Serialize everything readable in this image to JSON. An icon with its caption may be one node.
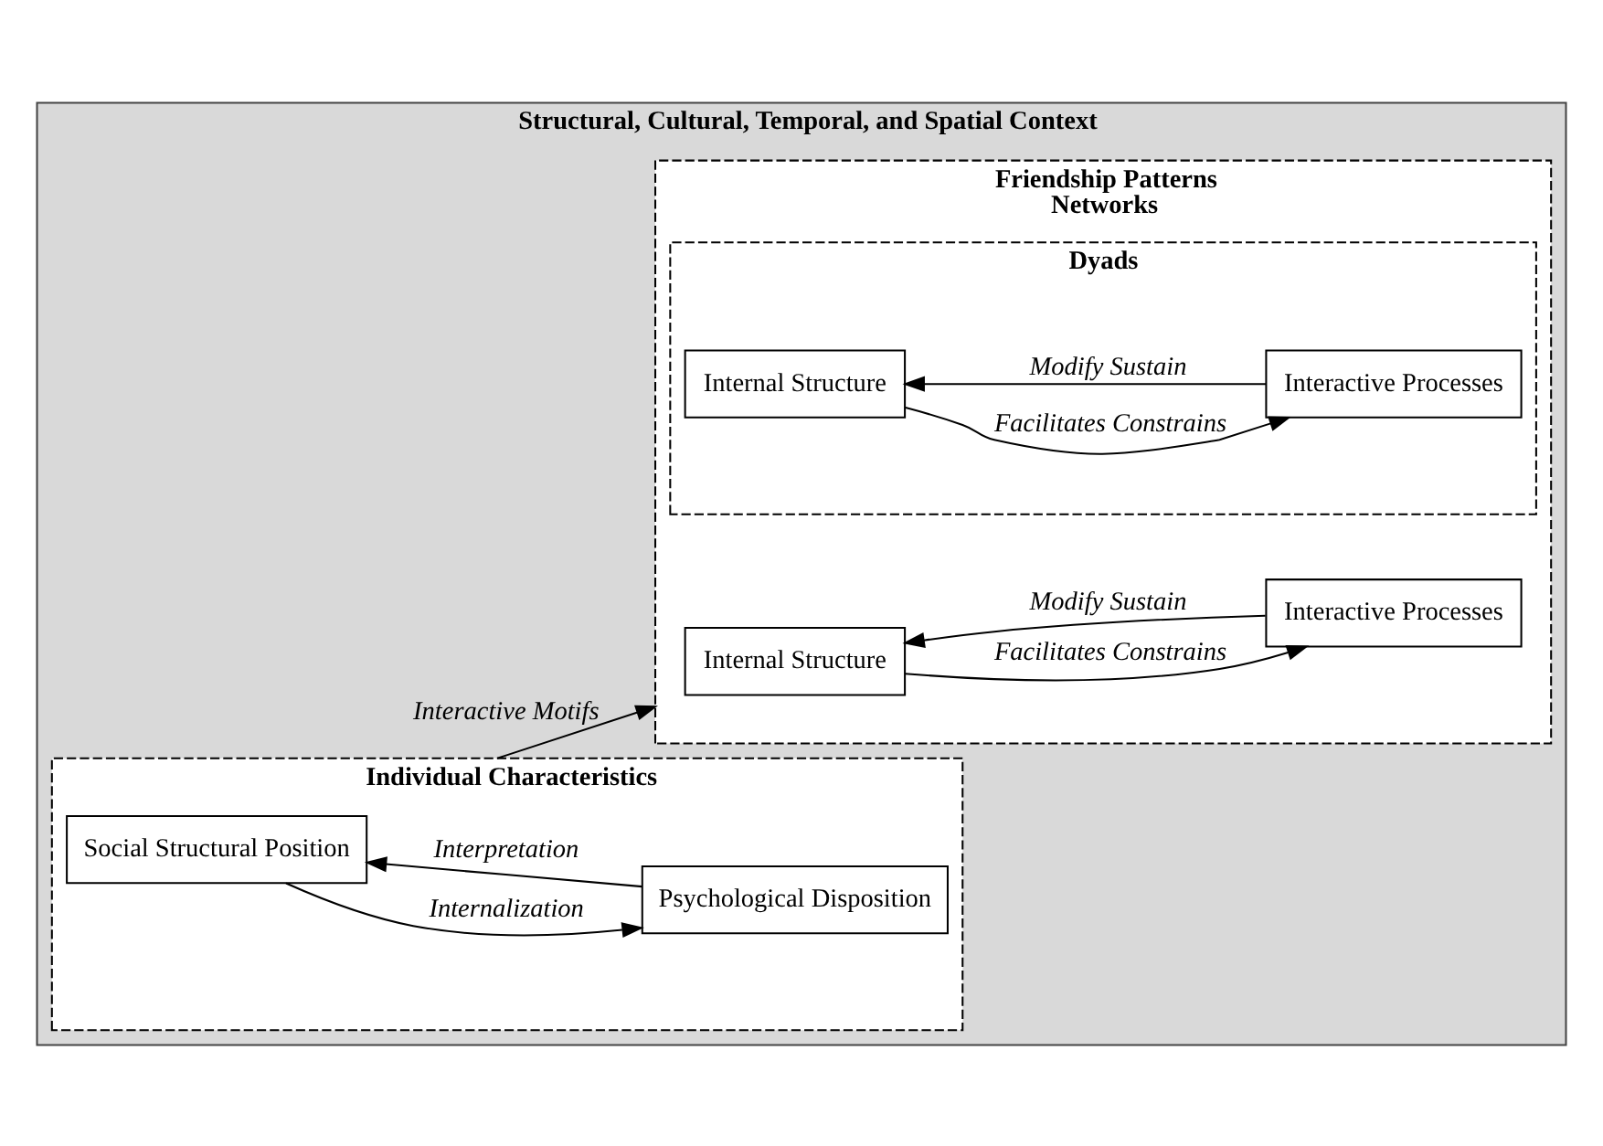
{
  "diagram": {
    "nodes": [
      {
        "text": [
          "Structural, Cultural, Temporal, and Spatial Context"
        ]
      },
      {
        "text": [
          "Individual Characteristics"
        ],
        "in": 0
      },
      {
        "text": [
          "Social Structural Position"
        ],
        "in": 1
      },
      {
        "text": [
          "Psychological Disposition"
        ],
        "in": 1
      },
      {
        "text": [
          "Friendship Patterns",
          "Networks"
        ],
        "in": 0
      },
      {
        "text": [
          "Internal Structure"
        ],
        "in": 4
      },
      {
        "text": [
          "Interactive Processes"
        ],
        "in": 4
      },
      {
        "text": [
          "Dyads"
        ],
        "in": 4
      },
      {
        "text": [
          "Internal Structure"
        ],
        "in": 7
      },
      {
        "text": [
          "Interactive Processes"
        ],
        "in": 7
      }
    ],
    "edges": [
      {
        "from": 3,
        "to": 2,
        "arrow": "to",
        "label": "Interpretation"
      },
      {
        "from": 2,
        "to": 3,
        "arrow": "to",
        "label": "Internalization"
      },
      {
        "from": 1,
        "to": 4,
        "arrow": "to",
        "label": "Interactive Motifs"
      },
      {
        "from": 5,
        "to": 6,
        "arrow": "to",
        "label": "Facilitates Constrains"
      },
      {
        "from": 8,
        "to": 9,
        "arrow": "to",
        "label": "Facilitates Constrains"
      },
      {
        "from": 9,
        "to": 8,
        "arrow": "to",
        "label": "Modify Sustain"
      },
      {
        "from": 6,
        "to": 5,
        "arrow": "to",
        "label": "Modify Sustain"
      }
    ]
  }
}
